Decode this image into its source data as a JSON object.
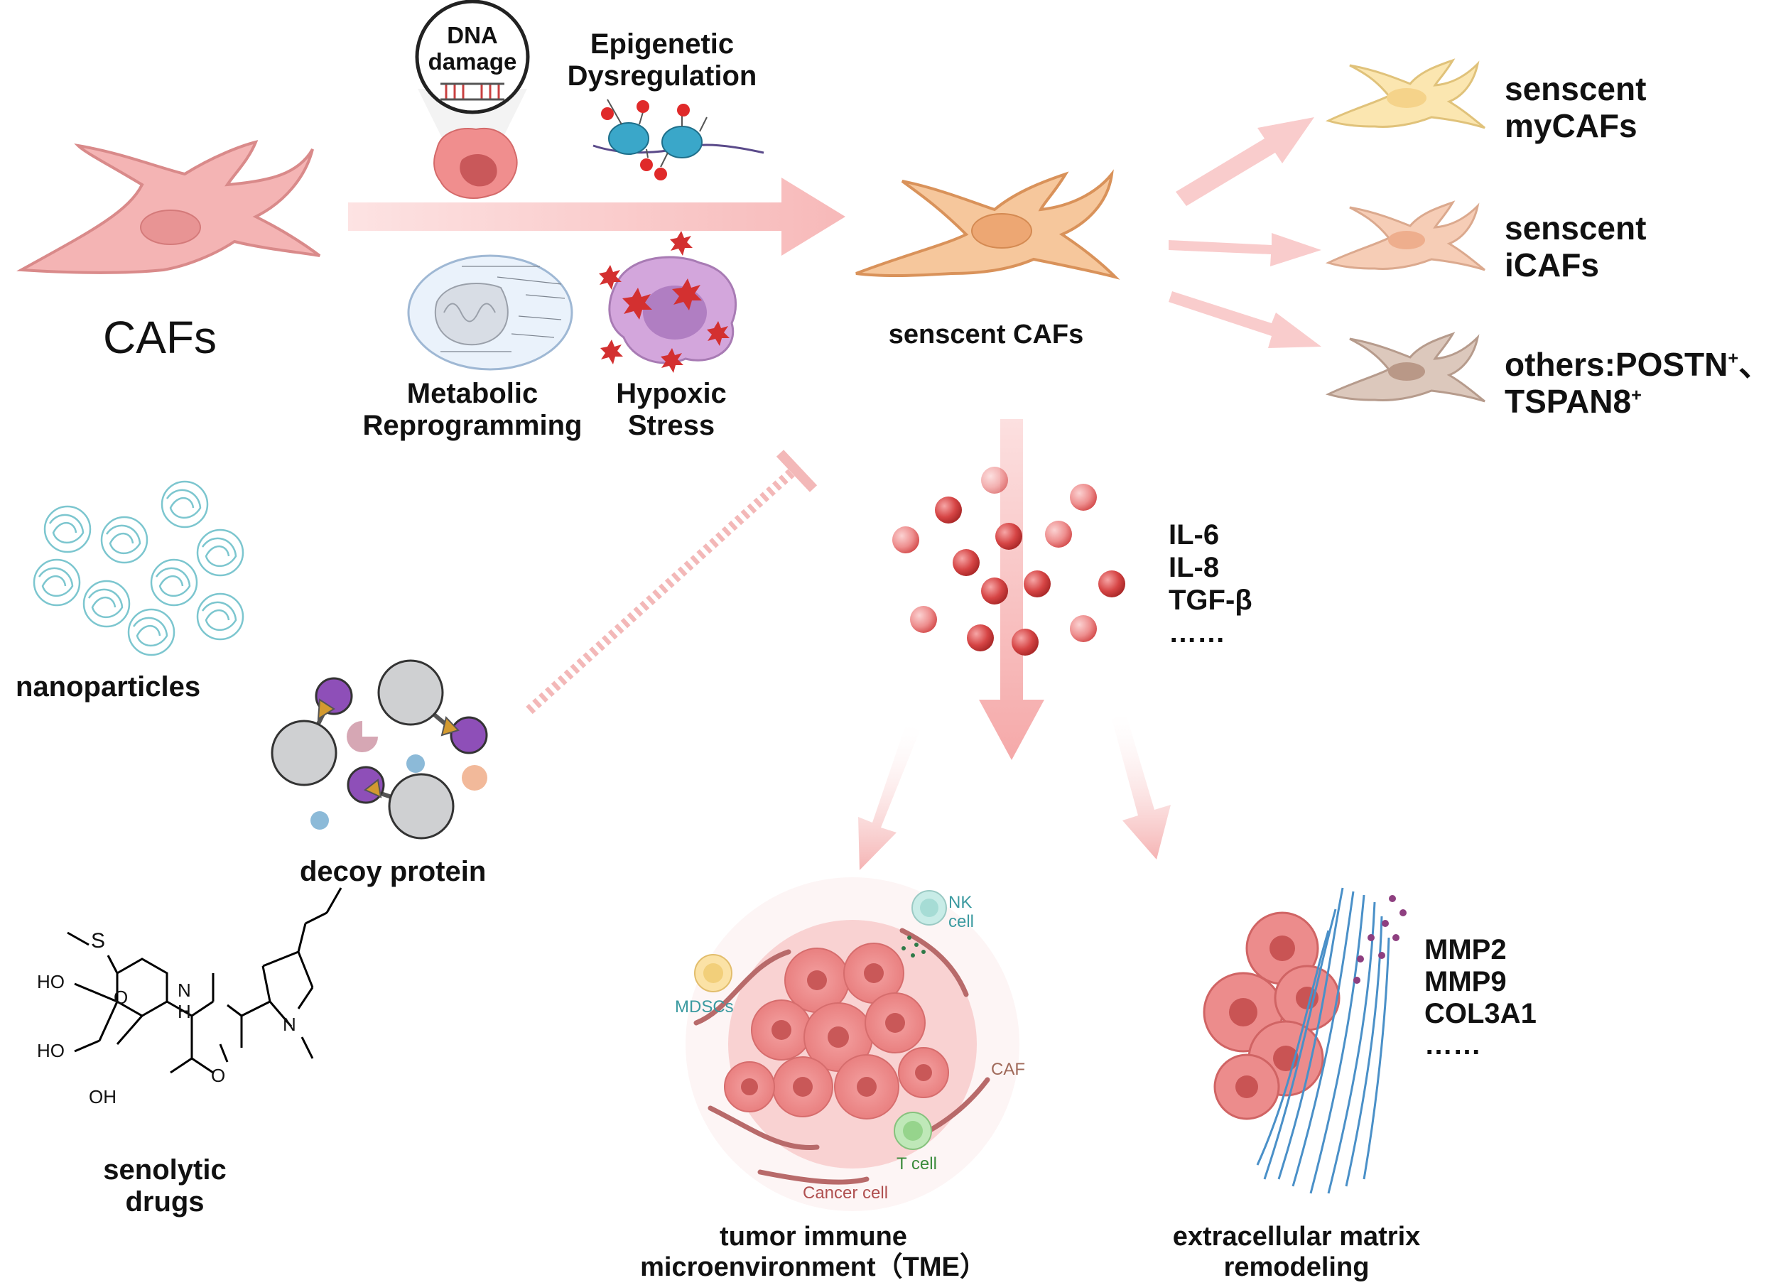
{
  "inputs": {
    "caf_label": "CAFs",
    "dna_damage": [
      "DNA",
      "damage"
    ],
    "epigenetic": [
      "Epigenetic",
      "Dysregulation"
    ],
    "metabolic": [
      "Metabolic",
      "Reprogramming"
    ],
    "hypoxic": [
      "Hypoxic",
      "Stress"
    ]
  },
  "senescent_caf": "senscent CAFs",
  "subtypes": {
    "mycaf": [
      "senscent",
      "myCAFs"
    ],
    "icaf": [
      "senscent",
      "iCAFs"
    ],
    "others_line1": "others:POSTN",
    "others_sup1": "+",
    "others_sep": "、",
    "others_line2": "TSPAN8",
    "others_sup2": "+"
  },
  "sasp": [
    "IL-6",
    "IL-8",
    "TGF-β",
    "……"
  ],
  "interventions": {
    "nanoparticles": "nanoparticles",
    "decoy": "decoy protein",
    "senolytic": [
      "senolytic",
      "drugs"
    ]
  },
  "tme": {
    "caption": [
      "tumor immune",
      "microenvironment（TME）"
    ],
    "nk": [
      "NK",
      "cell"
    ],
    "mdsc": "MDSCs",
    "caf": "CAF",
    "tcell": "T cell",
    "cancer": "Cancer cell"
  },
  "ecm": {
    "caption": [
      "extracellular matrix",
      "remodeling"
    ],
    "markers": [
      "MMP2",
      "MMP9",
      "COL3A1",
      "……"
    ]
  },
  "molecule": {
    "atoms": {
      "S": "S",
      "O": "O",
      "HO1": "HO",
      "HO2": "HO",
      "OH": "OH",
      "H": "H",
      "N1": "N",
      "N2": "N",
      "O2": "O"
    }
  },
  "colors": {
    "caf_fill": "#f4b4b4",
    "caf_stroke": "#d98a8a",
    "senescent_fill": "#f6c79c",
    "senescent_stroke": "#d9925a",
    "mycaf_fill": "#fbe6b0",
    "icaf_fill": "#f6cdb6",
    "others_fill": "#dcc8bc",
    "arrow": "#f7c4c4",
    "sasp_bead": "#e46a6a",
    "nano": "#7cc6cf",
    "ecm_fiber": "#4a90c8"
  }
}
